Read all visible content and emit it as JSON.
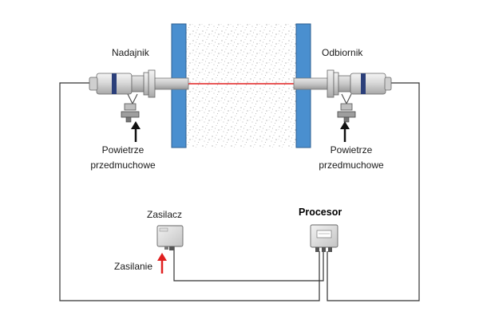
{
  "labels": {
    "transmitter": "Nadajnik",
    "receiver": "Odbiornik",
    "purge_air_left_line1": "Powietrze",
    "purge_air_left_line2": "przedmuchowe",
    "purge_air_right_line1": "Powietrze",
    "purge_air_right_line2": "przedmuchowe",
    "power_supply": "Zasilacz",
    "power_input": "Zasilanie",
    "processor": "Procesor"
  },
  "colors": {
    "wall": "#4a8fcf",
    "beam": "#e02020",
    "power_arrow": "#e02020",
    "air_arrow": "#111111",
    "cable": "#333333",
    "sensor_band": "#2b3f7a"
  },
  "icons": {
    "transmitter": "transmitter-probe-icon",
    "receiver": "receiver-probe-icon",
    "power_supply": "junction-box-icon",
    "processor": "processor-box-icon"
  }
}
